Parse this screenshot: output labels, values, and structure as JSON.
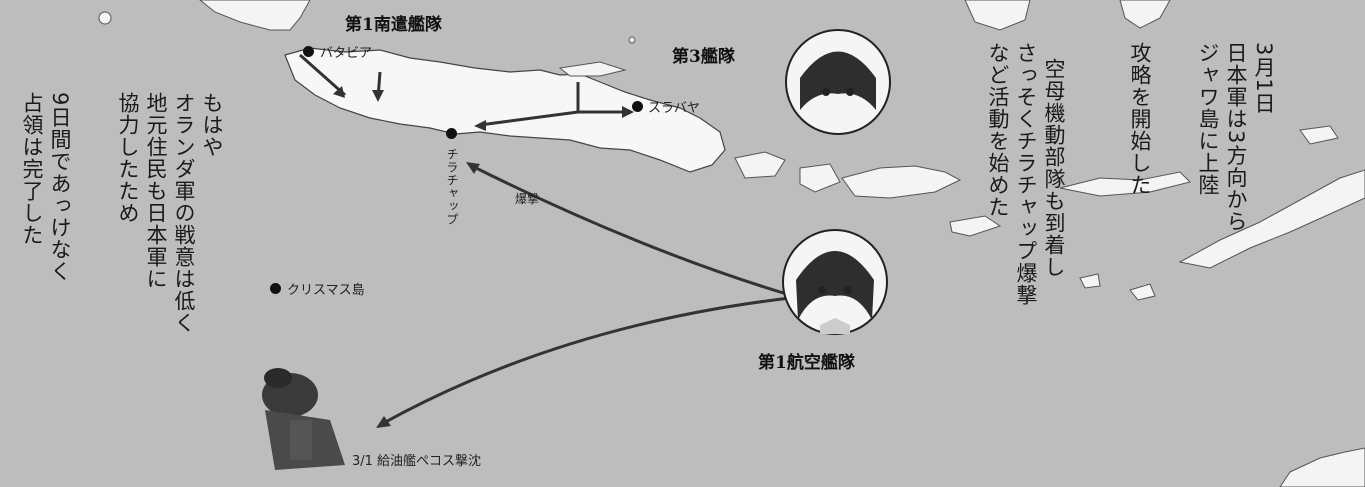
{
  "places": {
    "batavia": "バタビア",
    "surabaya": "スラバヤ",
    "tjilatjap": "チラチャップ",
    "christmas_island": "クリスマス島"
  },
  "fleets": {
    "southern": "第1南遣艦隊",
    "third": "第3艦隊",
    "first_air": "第1航空艦隊"
  },
  "bombing_label": "爆撃",
  "sinking_label": "3/1 給油艦ペコス撃沈",
  "narration": {
    "right": [
      "3月1日",
      "日本軍は3方向から",
      "ジャワ島に上陸",
      "攻略を開始した"
    ],
    "middle": [
      "空母機動部隊も到着し",
      "さっそくチラチャップ爆撃",
      "など活動を始めた"
    ],
    "left": [
      "もはや",
      "オランダ軍の戦意は低く",
      "地元住民も日本軍に",
      "協力したため",
      "9日間であっけなく",
      "占領は完了した"
    ]
  }
}
